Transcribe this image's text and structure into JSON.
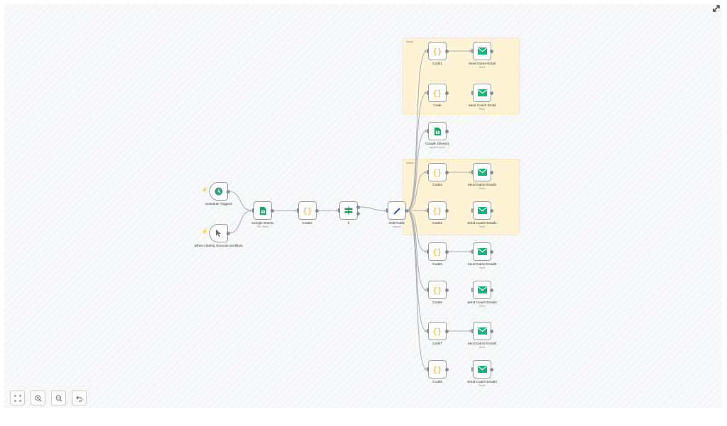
{
  "canvas": {
    "sticky_notes": [
      {
        "id": "away",
        "label": "Away"
      },
      {
        "id": "home",
        "label": "Home"
      }
    ]
  },
  "nodes": [
    {
      "id": "schedule",
      "label": "Schedule Trigger2",
      "sub": "",
      "icon": "clock-icon"
    },
    {
      "id": "manual",
      "label": "When clicking 'Execute workflow'",
      "sub": "",
      "icon": "cursor-icon"
    },
    {
      "id": "sheets",
      "label": "Google Sheets",
      "sub": "Get: Sheet",
      "icon": "google-sheets-icon"
    },
    {
      "id": "code2",
      "label": "Code2",
      "sub": "",
      "icon": "code-braces-icon"
    },
    {
      "id": "if",
      "label": "If",
      "sub": "",
      "icon": "if-icon"
    },
    {
      "id": "edit",
      "label": "Edit Fields",
      "sub": "manual",
      "icon": "pencil-icon"
    },
    {
      "id": "code1",
      "label": "Code1",
      "sub": "",
      "icon": "code-braces-icon"
    },
    {
      "id": "email_game",
      "label": "Send Game Email",
      "sub": "Send",
      "icon": "envelope-icon"
    },
    {
      "id": "code",
      "label": "Code",
      "sub": "",
      "icon": "code-braces-icon"
    },
    {
      "id": "email_coach",
      "label": "Send Coach Email",
      "sub": "Send",
      "icon": "envelope-icon"
    },
    {
      "id": "sheets1",
      "label": "Google Sheets1",
      "sub": "append: sheet",
      "icon": "google-sheets-icon"
    },
    {
      "id": "code4",
      "label": "Code4",
      "sub": "",
      "icon": "code-braces-icon"
    },
    {
      "id": "email_game1",
      "label": "Send Game Email1",
      "sub": "Send",
      "icon": "envelope-icon"
    },
    {
      "id": "code3",
      "label": "Code3",
      "sub": "",
      "icon": "code-braces-icon"
    },
    {
      "id": "email_coach1",
      "label": "Send Coach Email1",
      "sub": "Send",
      "icon": "envelope-icon"
    },
    {
      "id": "code5",
      "label": "Code5",
      "sub": "",
      "icon": "code-braces-icon"
    },
    {
      "id": "email_game2",
      "label": "Send Game Email2",
      "sub": "Send",
      "icon": "envelope-icon"
    },
    {
      "id": "code6",
      "label": "Code6",
      "sub": "",
      "icon": "code-braces-icon"
    },
    {
      "id": "email_coach2",
      "label": "Send Coach Email2",
      "sub": "Send",
      "icon": "envelope-icon"
    },
    {
      "id": "code7",
      "label": "Code7",
      "sub": "",
      "icon": "code-braces-icon"
    },
    {
      "id": "email_game3",
      "label": "Send Game Email3",
      "sub": "Send",
      "icon": "envelope-icon"
    },
    {
      "id": "code8",
      "label": "Code8",
      "sub": "",
      "icon": "code-braces-icon"
    },
    {
      "id": "email_coach3",
      "label": "Send Coach Email3",
      "sub": "Send",
      "icon": "envelope-icon"
    }
  ],
  "connections": [
    [
      "schedule",
      "sheets"
    ],
    [
      "manual",
      "sheets"
    ],
    [
      "sheets",
      "code2"
    ],
    [
      "code2",
      "if"
    ],
    [
      "if",
      "edit"
    ],
    [
      "edit",
      "code1"
    ],
    [
      "edit",
      "code"
    ],
    [
      "edit",
      "sheets1"
    ],
    [
      "edit",
      "code4"
    ],
    [
      "edit",
      "code3"
    ],
    [
      "edit",
      "code5"
    ],
    [
      "edit",
      "code6"
    ],
    [
      "edit",
      "code7"
    ],
    [
      "edit",
      "code8"
    ],
    [
      "code1",
      "email_game"
    ],
    [
      "code4",
      "email_game1"
    ],
    [
      "code5",
      "email_game2"
    ],
    [
      "code7",
      "email_game3"
    ]
  ],
  "controls": {
    "fullscreen_icon": "expand-icon",
    "buttons": [
      {
        "name": "zoom-to-fit-button",
        "icon": "fit-icon"
      },
      {
        "name": "zoom-in-button",
        "icon": "zoom-in-icon"
      },
      {
        "name": "zoom-out-button",
        "icon": "zoom-out-icon"
      },
      {
        "name": "reset-zoom-button",
        "icon": "undo-icon"
      }
    ]
  },
  "colors": {
    "sheets": "#21a366",
    "email": "#19b37a",
    "code": "#f0a830",
    "pencil": "#3b4fd6",
    "if": "#1f9a57",
    "trigger": "#3d9e88",
    "sticky": "#fff3d6"
  }
}
